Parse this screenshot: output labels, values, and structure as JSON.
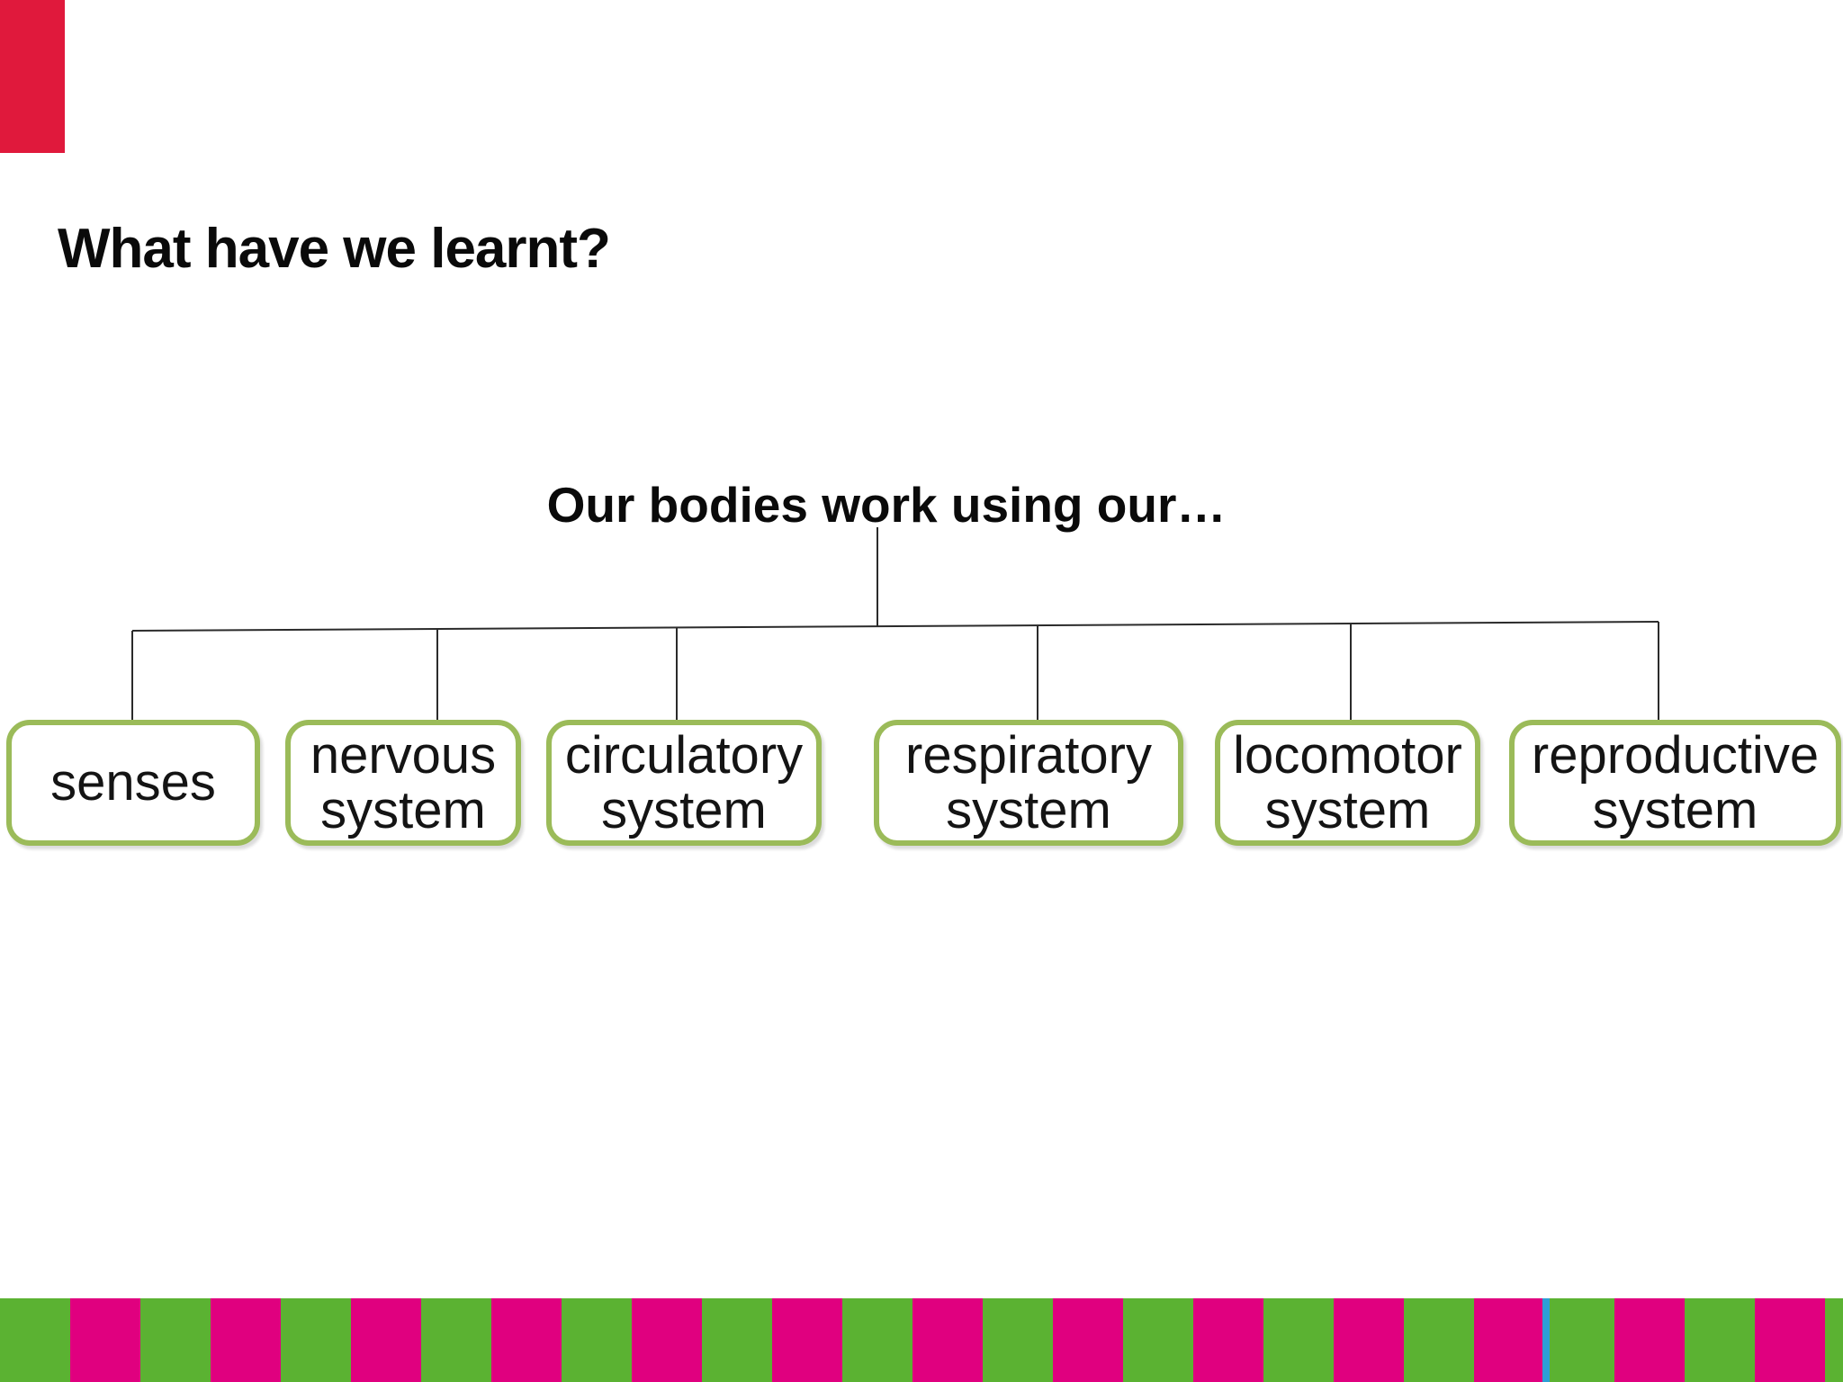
{
  "slide": {
    "title": "What have we learnt?",
    "diagram": {
      "root": "Our bodies work using our…",
      "nodes": [
        {
          "label": "senses"
        },
        {
          "label": "nervous system"
        },
        {
          "label": "circulatory system"
        },
        {
          "label": "respiratory system"
        },
        {
          "label": "locomotor system"
        },
        {
          "label": "reproductive system"
        }
      ]
    },
    "colors": {
      "background": "#FFFFFF",
      "text": "#0A0A0A",
      "connector_line": "#2B2B2B",
      "box_border_green": "#9BBB59",
      "stripe_green": "#5BB232",
      "stripe_magenta": "#E0007F",
      "stripe_blue_sliver": "#2D9FD6",
      "corner_bar_red": "#E0193C"
    }
  }
}
